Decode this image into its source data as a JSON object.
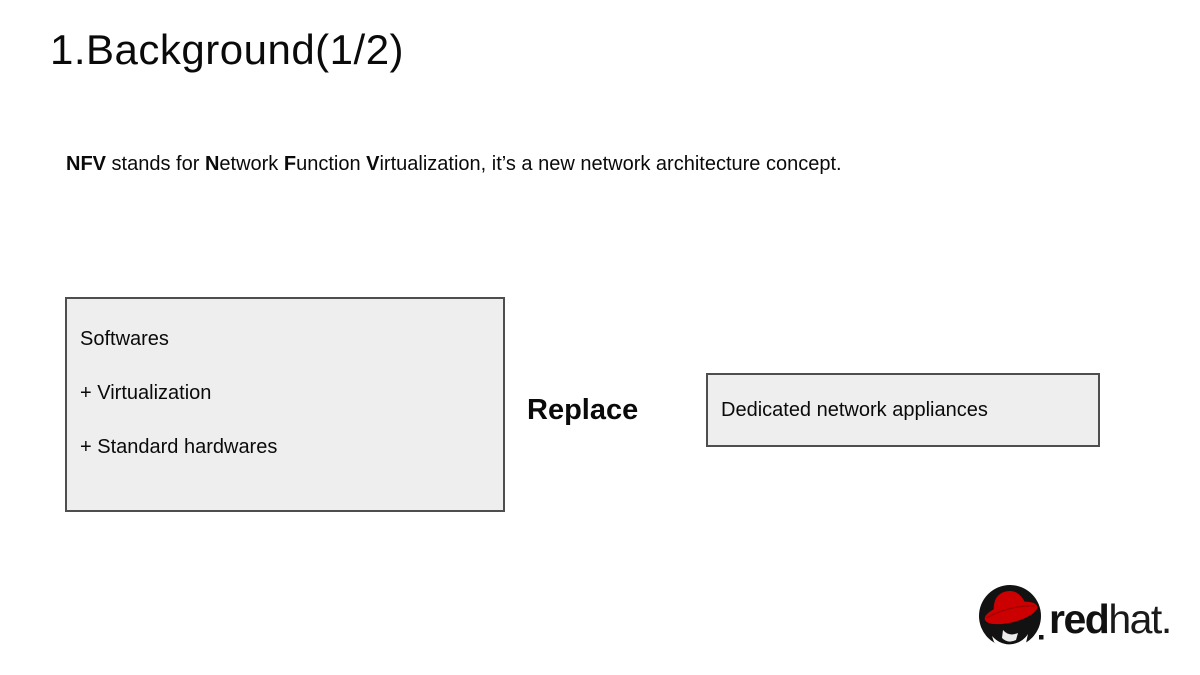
{
  "slide": {
    "title": "1.Background(1/2)"
  },
  "intro": {
    "nfv": "NFV",
    "mid1": " stands for ",
    "n": "N",
    "etwork": "etwork ",
    "f": "F",
    "unction": "unction ",
    "v": "V",
    "rest": "irtualization, it’s a new network architecture concept."
  },
  "diagram": {
    "left_box": {
      "lines": [
        "Softwares",
        "+ Virtualization",
        "+ Standard hardwares"
      ]
    },
    "replace_label": "Replace",
    "right_box": {
      "label": "Dedicated network appliances"
    }
  },
  "logo": {
    "red": "red",
    "hat": "hat",
    "period": "."
  },
  "colors": {
    "background": "#ffffff",
    "text": "#0a0a0a",
    "box_fill": "#eeeeee",
    "box_border": "#4e4e4e",
    "redhat_red": "#cc0000"
  }
}
